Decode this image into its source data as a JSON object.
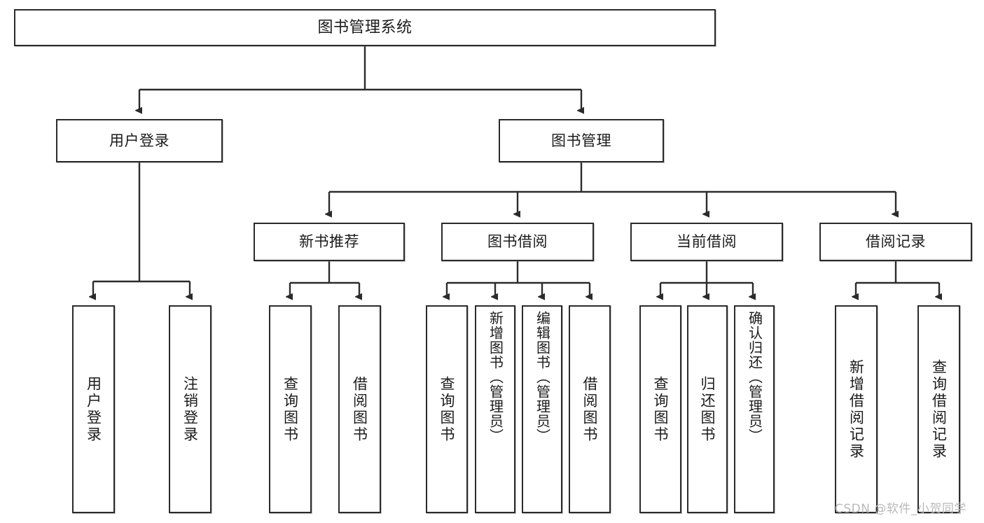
{
  "diagram": {
    "title": "图书管理系统",
    "type": "functional-structure-tree",
    "levels": 4,
    "colors": {
      "box_border": "#2b2b2b",
      "box_fill": "#ffffff",
      "edge": "#2b2b2b",
      "watermark": "#b9b9b9",
      "background": "#ffffff"
    }
  },
  "nodes": {
    "root": {
      "label": "图书管理系统"
    },
    "level2": [
      {
        "id": "user-login",
        "label": "用户登录"
      },
      {
        "id": "book-management",
        "label": "图书管理"
      }
    ],
    "level3": [
      {
        "id": "new-book-recommend",
        "label": "新书推荐"
      },
      {
        "id": "book-borrow",
        "label": "图书借阅"
      },
      {
        "id": "current-borrow",
        "label": "当前借阅"
      },
      {
        "id": "borrow-record",
        "label": "借阅记录"
      }
    ],
    "leaves": {
      "user-login": [
        {
          "id": "leaf-user-login",
          "label": "用户登录"
        },
        {
          "id": "leaf-user-logout",
          "label": "注销登录"
        }
      ],
      "new-book-recommend": [
        {
          "id": "leaf-query-book-1",
          "label": "查询图书"
        },
        {
          "id": "leaf-borrow-book-1",
          "label": "借阅图书"
        }
      ],
      "book-borrow": [
        {
          "id": "leaf-query-book-2",
          "label": "查询图书"
        },
        {
          "id": "leaf-add-book",
          "label": "新增图书（管理员）"
        },
        {
          "id": "leaf-edit-book",
          "label": "编辑图书（管理员）"
        },
        {
          "id": "leaf-borrow-book-2",
          "label": "借阅图书"
        }
      ],
      "current-borrow": [
        {
          "id": "leaf-query-book-3",
          "label": "查询图书"
        },
        {
          "id": "leaf-return-book",
          "label": "归还图书"
        },
        {
          "id": "leaf-confirm-return",
          "label": "确认归还（管理员）"
        }
      ],
      "borrow-record": [
        {
          "id": "leaf-add-record",
          "label": "新增借阅记录"
        },
        {
          "id": "leaf-query-record",
          "label": "查询借阅记录"
        }
      ]
    }
  },
  "watermark": {
    "text": "CSDN @软件_小贺同学"
  }
}
